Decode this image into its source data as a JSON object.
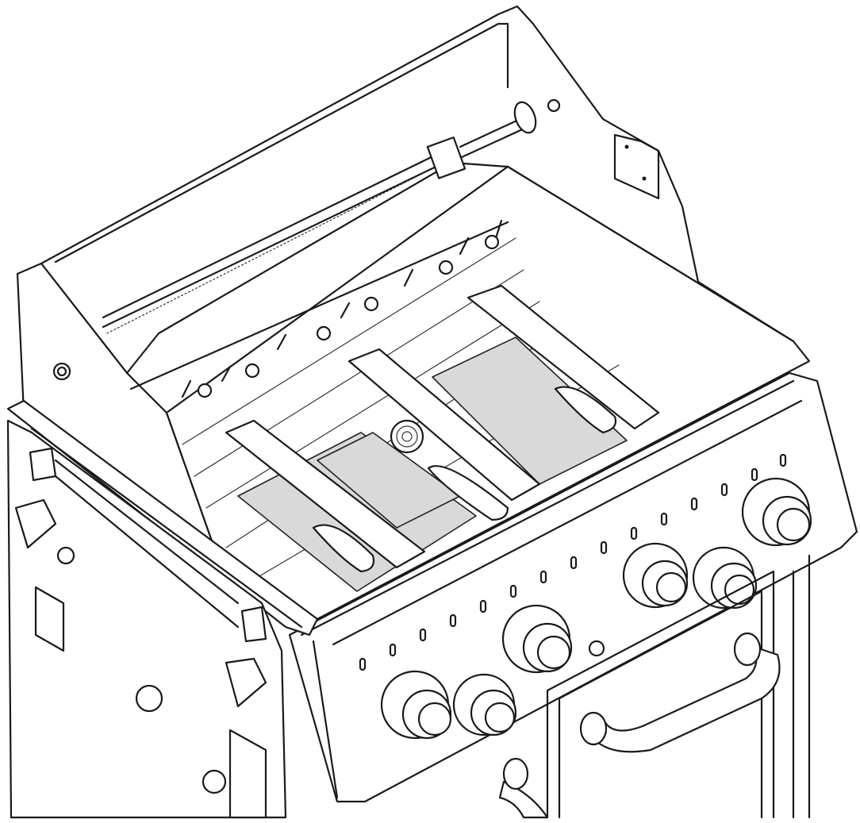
{
  "figure": {
    "subject": "gas-grill-cookbox-exploded-view",
    "colors": {
      "line": "#1a1a1a",
      "panel": "#ffffff",
      "heat-deflector": "#d9d9d9",
      "background": "#ffffff"
    },
    "parts": {
      "knobs": 6,
      "burner_tubes": 3,
      "heat_deflectors": 3,
      "door_handles": 3
    }
  }
}
